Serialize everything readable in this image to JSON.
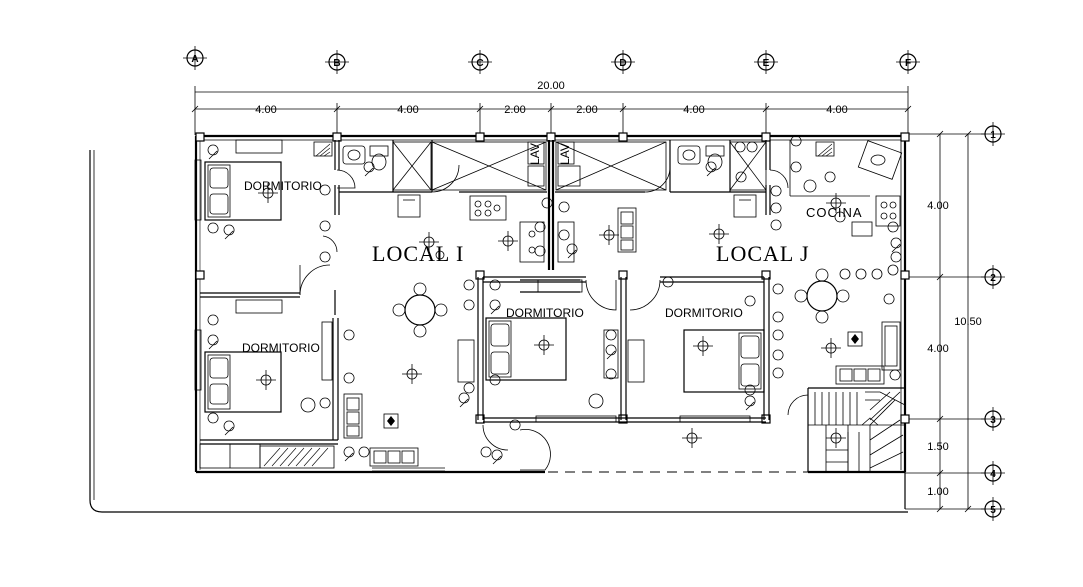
{
  "grid_columns": [
    "A",
    "B",
    "C",
    "D",
    "E",
    "F"
  ],
  "grid_rows": [
    "1",
    "2",
    "3",
    "4",
    "5"
  ],
  "dims_top": {
    "total": "20.00",
    "segments": [
      "4.00",
      "4.00",
      "2.00",
      "2.00",
      "4.00",
      "4.00"
    ]
  },
  "dims_right": {
    "total": "10.50",
    "segments": [
      "4.00",
      "4.00",
      "1.50",
      "1.00"
    ]
  },
  "rooms": {
    "local_i": "LOCAL I",
    "local_j": "LOCAL J",
    "dorm_1": "DORMITORIO",
    "dorm_2": "DORMITORIO",
    "dorm_3": "DORMITORIO",
    "dorm_4": "DORMITORIO",
    "cocina": "COCINA"
  },
  "small_labels": {
    "lav_1": "LAV",
    "lav_2": "LAV"
  },
  "colors": {
    "line": "#000000",
    "background": "#ffffff"
  }
}
